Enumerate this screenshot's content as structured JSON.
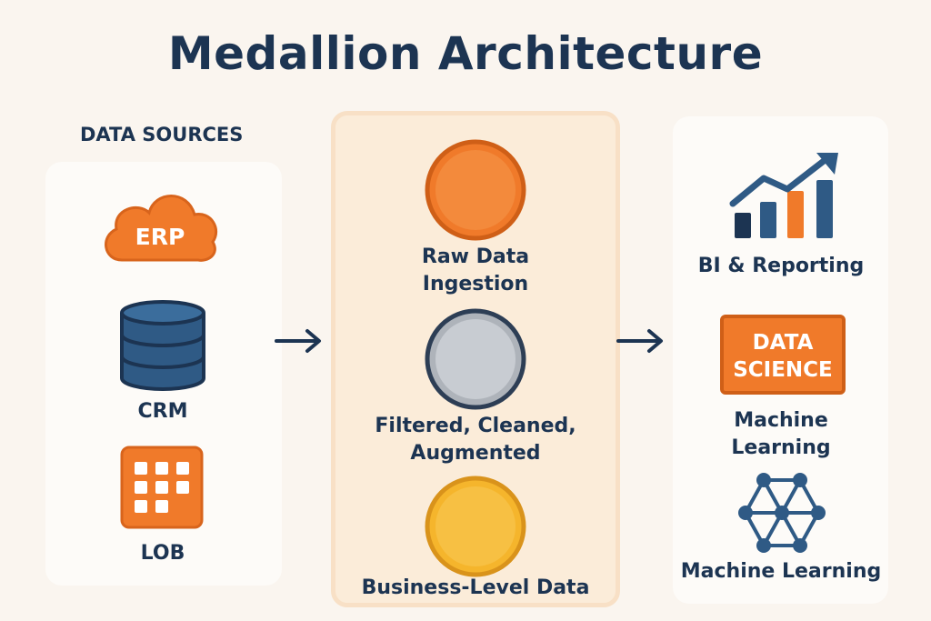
{
  "title": "Medallion Architecture",
  "sources": {
    "heading": "DATA SOURCES",
    "erp_label": "ERP",
    "crm_label": "CRM",
    "lob_label": "LOB"
  },
  "layers": {
    "bronze_label_1": "Raw Data",
    "bronze_label_2": "Ingestion",
    "silver_label_1": "Filtered, Cleaned,",
    "silver_label_2": "Augmented",
    "gold_label": "Business-Level Data"
  },
  "outputs": {
    "bi_label": "BI & Reporting",
    "ds_line_1": "DATA",
    "ds_line_2": "SCIENCE",
    "ml_label_1": "Machine",
    "ml_label_2": "Learning",
    "ml_network_label": "Machine Learning"
  },
  "colors": {
    "navy": "#1c3452",
    "orange": "#f07a2a",
    "silver": "#c8ccd2",
    "gold": "#f5b52c",
    "database_blue": "#2f5a85"
  },
  "icons": [
    "cloud-icon",
    "database-icon",
    "grid-icon",
    "bar-chart-icon",
    "network-icon",
    "arrow-right-icon"
  ]
}
